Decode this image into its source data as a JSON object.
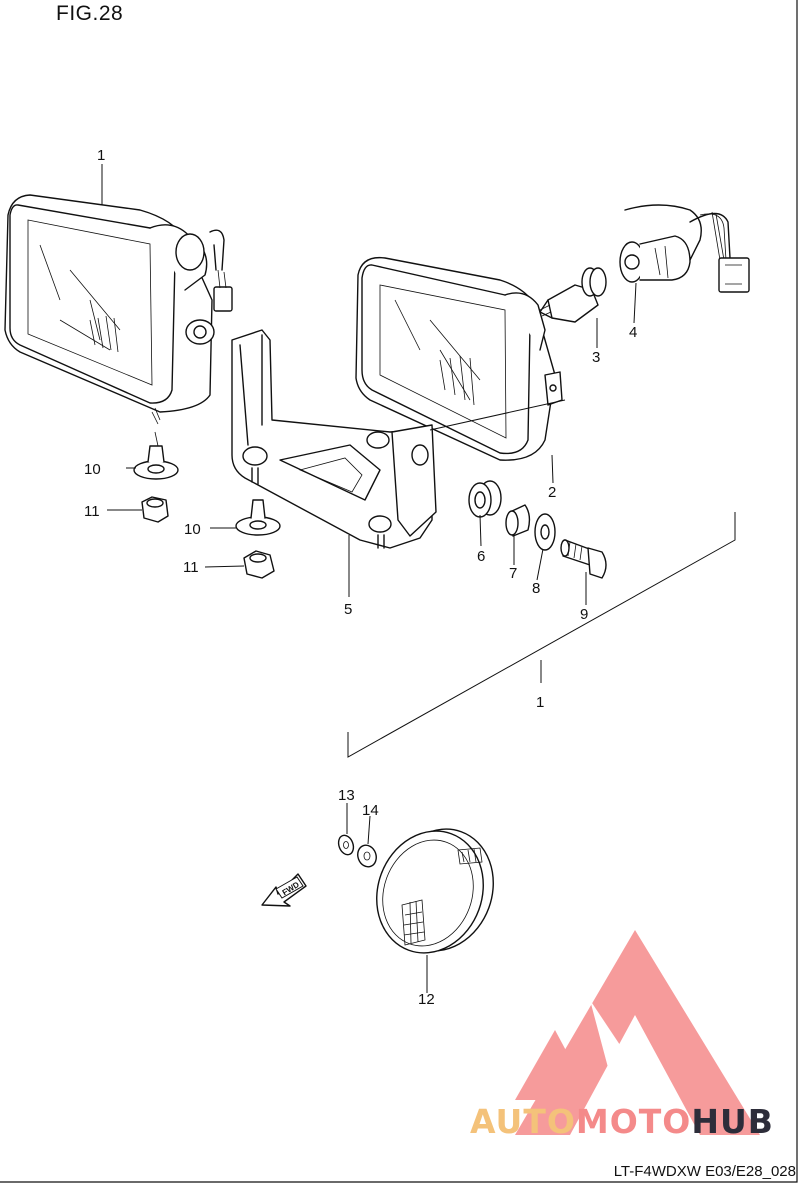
{
  "figure": {
    "title": "FIG.28"
  },
  "callouts": [
    {
      "id": "c1a",
      "label": "1"
    },
    {
      "id": "c1b",
      "label": "1"
    },
    {
      "id": "c2",
      "label": "2"
    },
    {
      "id": "c3",
      "label": "3"
    },
    {
      "id": "c4",
      "label": "4"
    },
    {
      "id": "c5",
      "label": "5"
    },
    {
      "id": "c6",
      "label": "6"
    },
    {
      "id": "c7",
      "label": "7"
    },
    {
      "id": "c8",
      "label": "8"
    },
    {
      "id": "c9",
      "label": "9"
    },
    {
      "id": "c10a",
      "label": "10"
    },
    {
      "id": "c10b",
      "label": "10"
    },
    {
      "id": "c11a",
      "label": "11"
    },
    {
      "id": "c11b",
      "label": "11"
    },
    {
      "id": "c12",
      "label": "12"
    },
    {
      "id": "c13",
      "label": "13"
    },
    {
      "id": "c14",
      "label": "14"
    }
  ],
  "fwd_arrow": {
    "label": "FWD"
  },
  "watermark": {
    "part1": "AUTO",
    "part2": "MOTO",
    "part3": "HUB",
    "triangle_color": "#f47a7a"
  },
  "footer": {
    "code": "LT-F4WDXW E03/E28_028"
  }
}
